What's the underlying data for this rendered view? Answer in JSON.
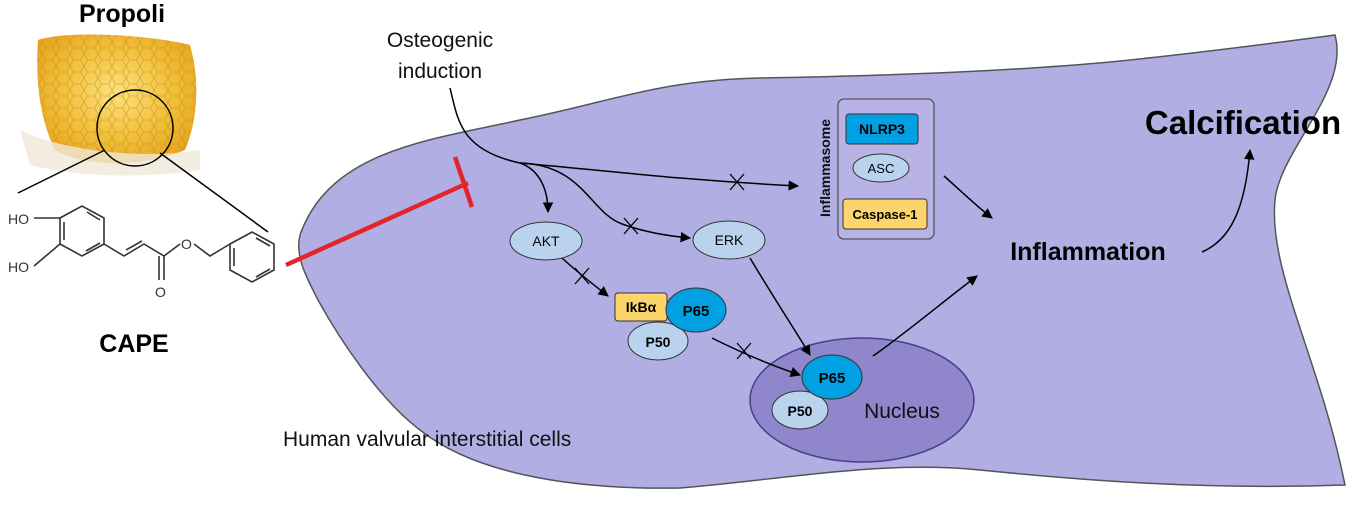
{
  "labels": {
    "propoli": "Propoli",
    "cape": "CAPE",
    "ho_top": "HO",
    "ho_bottom": "HO",
    "o_ester": "O",
    "o_carbonyl": "O",
    "osteogenic_line1": "Osteogenic",
    "osteogenic_line2": "induction",
    "inflammasome": "Inflammasome",
    "nlrp3": "NLRP3",
    "asc": "ASC",
    "caspase1": "Caspase-1",
    "akt": "AKT",
    "erk": "ERK",
    "ikba": "IkBα",
    "p65_cyto": "P65",
    "p50_cyto": "P50",
    "p65_nuc": "P65",
    "p50_nuc": "P50",
    "nucleus": "Nucleus",
    "inflammation": "Inflammation",
    "calcification": "Calcification",
    "cell_caption": "Human valvular interstitial cells"
  },
  "colors": {
    "cell_fill": "#b1aee3",
    "cell_stroke": "#555555",
    "nucleus_fill": "#8f86cc",
    "protein_light": "#b9d3ee",
    "protein_blue": "#00a0e3",
    "protein_yellow": "#fbd56b",
    "inhibit_red": "#e3242b",
    "honey": "#f1c240"
  },
  "icons": [
    "honeycomb-image",
    "cape-molecule",
    "inhibition-bar",
    "blocked-x-marks"
  ]
}
